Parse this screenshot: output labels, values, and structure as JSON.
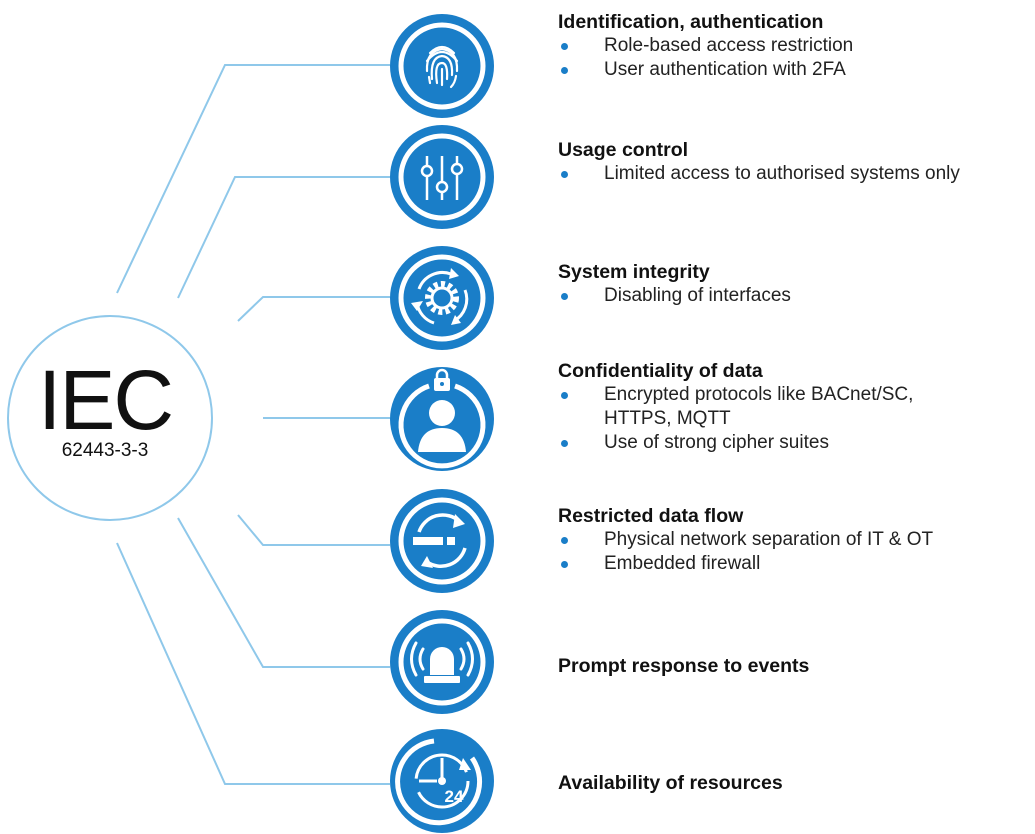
{
  "colors": {
    "accent": "#1a7ec8",
    "connector": "#8fc8ea",
    "text": "#111111"
  },
  "hub": {
    "title": "IEC",
    "subtitle": "62443-3-3"
  },
  "sections": [
    {
      "icon": "fingerprint-icon",
      "title": "Identification, authentication",
      "bullets": [
        "Role-based access restriction",
        "User authentication with 2FA"
      ]
    },
    {
      "icon": "sliders-icon",
      "title": "Usage control",
      "bullets": [
        "Limited access to authorised systems only"
      ]
    },
    {
      "icon": "gear-cycle-icon",
      "title": "System integrity",
      "bullets": [
        "Disabling of interfaces"
      ]
    },
    {
      "icon": "locked-user-icon",
      "title": "Confidentiality of data",
      "bullets": [
        "Encrypted protocols like BACnet/SC, HTTPS, MQTT",
        "Use of strong cipher suites"
      ]
    },
    {
      "icon": "flow-arrows-icon",
      "title": "Restricted data flow",
      "bullets": [
        "Physical network separation of IT & OT",
        "Embedded firewall"
      ]
    },
    {
      "icon": "alarm-light-icon",
      "title": "Prompt response to events",
      "bullets": []
    },
    {
      "icon": "clock-24-icon",
      "title": "Availability of resources",
      "bullets": [],
      "badge_text": "24"
    }
  ]
}
